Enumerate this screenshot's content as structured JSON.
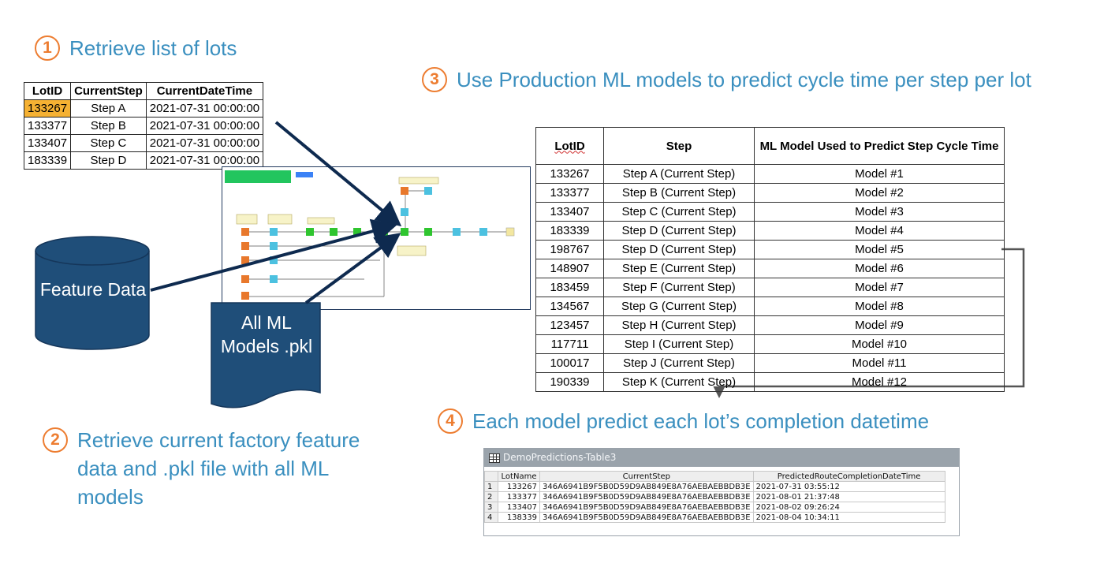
{
  "steps": [
    {
      "num": "1",
      "title": "Retrieve list of lots"
    },
    {
      "num": "2",
      "title": "Retrieve current factory feature data and .pkl file with all ML models"
    },
    {
      "num": "3",
      "title": "Use Production ML models to predict cycle time per step per lot"
    },
    {
      "num": "4",
      "title": "Each model predict each lot’s completion datetime"
    }
  ],
  "lots_table": {
    "headers": [
      "LotID",
      "CurrentStep",
      "CurrentDateTime"
    ],
    "rows": [
      [
        "133267",
        "Step A",
        "2021-07-31 00:00:00"
      ],
      [
        "133377",
        "Step B",
        "2021-07-31 00:00:00"
      ],
      [
        "133407",
        "Step C",
        "2021-07-31 00:00:00"
      ],
      [
        "183339",
        "Step D",
        "2021-07-31 00:00:00"
      ]
    ]
  },
  "feature_data_label": "Feature Data",
  "models_doc_label": "All ML Models .pkl",
  "models_table": {
    "headers": [
      "LotID",
      "Step",
      "ML Model Used to Predict Step Cycle Time"
    ],
    "rows": [
      [
        "133267",
        "Step A (Current Step)",
        "Model #1"
      ],
      [
        "133377",
        "Step B (Current Step)",
        "Model #2"
      ],
      [
        "133407",
        "Step C (Current Step)",
        "Model #3"
      ],
      [
        "183339",
        "Step D (Current Step)",
        "Model #4"
      ],
      [
        "198767",
        "Step D (Current Step)",
        "Model #5"
      ],
      [
        "148907",
        "Step E (Current Step)",
        "Model #6"
      ],
      [
        "183459",
        "Step F (Current Step)",
        "Model #7"
      ],
      [
        "134567",
        "Step G (Current Step)",
        "Model #8"
      ],
      [
        "123457",
        "Step H (Current Step)",
        "Model #9"
      ],
      [
        "117711",
        "Step I (Current Step)",
        "Model #10"
      ],
      [
        "100017",
        "Step J (Current Step)",
        "Model #11"
      ],
      [
        "190339",
        "Step K (Current Step)",
        "Model #12"
      ]
    ]
  },
  "predictions": {
    "window_title": "DemoPredictions-Table3",
    "headers": [
      "LotName",
      "CurrentStep",
      "PredictedRouteCompletionDateTime"
    ],
    "rows": [
      [
        "1",
        "133267",
        "346A6941B9F5B0D59D9AB849E8A76AEBAEBBDB3E",
        "2021-07-31 03:55:12"
      ],
      [
        "2",
        "133377",
        "346A6941B9F5B0D59D9AB849E8A76AEBAEBBDB3E",
        "2021-08-01 21:37:48"
      ],
      [
        "3",
        "133407",
        "346A6941B9F5B0D59D9AB849E8A76AEBAEBBDB3E",
        "2021-08-02 09:26:24"
      ],
      [
        "4",
        "138339",
        "346A6941B9F5B0D59D9AB849E8A76AEBAEBBDB3E",
        "2021-08-04 10:34:11"
      ]
    ]
  },
  "colors": {
    "accent_orange": "#ed7d31",
    "title_blue": "#3a8fbf",
    "shape_navy": "#1f4e79",
    "arrow_navy": "#0e2a4f",
    "highlight": "#f5b133"
  }
}
